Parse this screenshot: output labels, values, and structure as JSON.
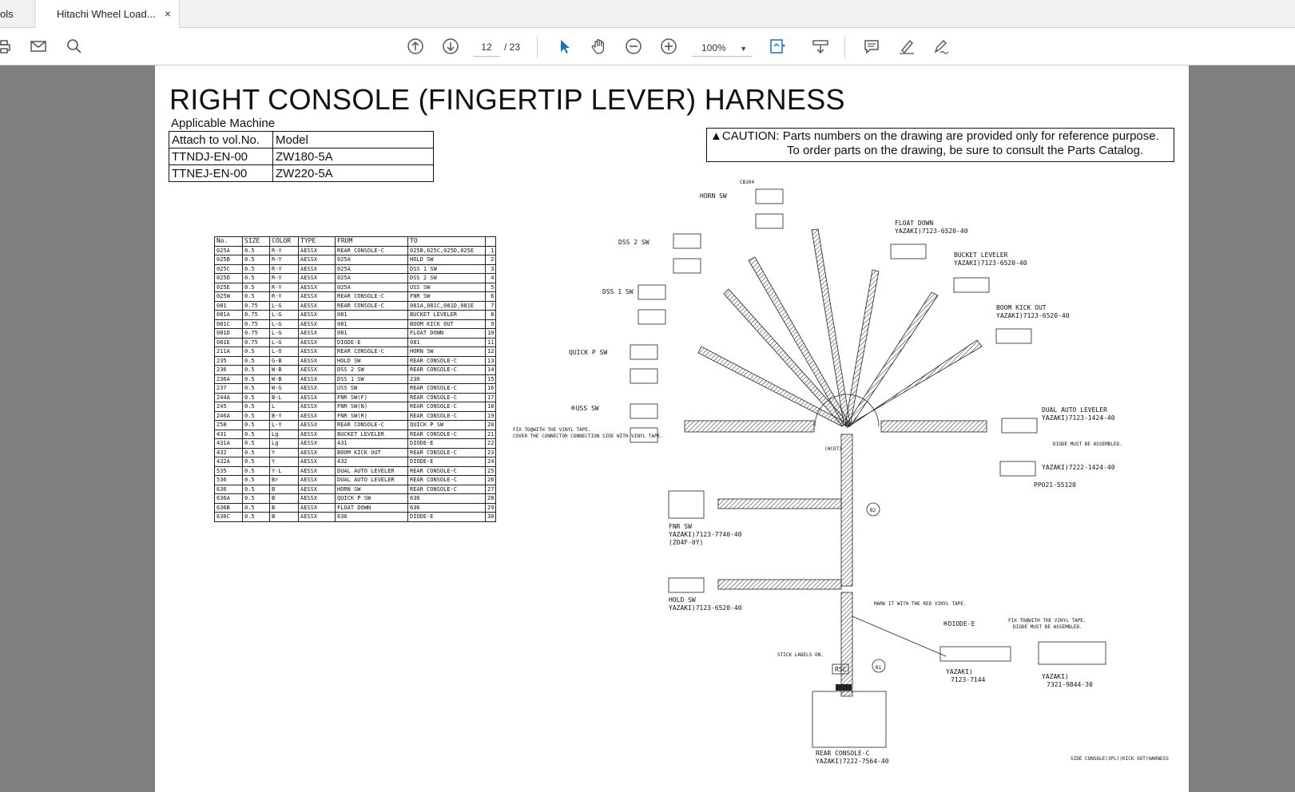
{
  "tabs": {
    "tools_label": "ols",
    "doc_label": "Hitachi Wheel Load...",
    "close_glyph": "×"
  },
  "toolbar": {
    "page_current": "12",
    "page_total": "/  23",
    "zoom": "100%",
    "icons": [
      "print-icon",
      "mail-icon",
      "search-icon",
      "prev-page-icon",
      "next-page-icon",
      "select-cursor-icon",
      "hand-icon",
      "zoom-out-icon",
      "zoom-in-icon",
      "fit-page-icon",
      "scroll-mode-icon",
      "comment-icon",
      "highlight-icon",
      "sign-icon"
    ]
  },
  "document": {
    "title": "RIGHT CONSOLE (FINGERTIP LEVER) HARNESS",
    "applicable_label": "Applicable Machine",
    "model_table": {
      "headers": [
        "Attach to vol.No.",
        "Model"
      ],
      "rows": [
        [
          "TTNDJ-EN-00",
          "ZW180-5A"
        ],
        [
          "TTNEJ-EN-00",
          "ZW220-5A"
        ]
      ]
    },
    "caution_line1": "CAUTION: Parts numbers on the drawing are provided only for reference purpose.",
    "caution_line2": "To order parts on the drawing, be sure to consult the Parts Catalog.",
    "wire_table": {
      "headers": [
        "No.",
        "SIZE",
        "COLOR",
        "TYPE",
        "FROM",
        "TO",
        ""
      ],
      "rows": [
        [
          "025A",
          "0.5",
          "R-Y",
          "AESSX",
          "REAR CONSOLE-C",
          "025B,025C,025D,025E",
          "1"
        ],
        [
          "025B",
          "0.5",
          "R-Y",
          "AESSX",
          "025A",
          "HOLD SW",
          "2"
        ],
        [
          "025C",
          "0.5",
          "R-Y",
          "AESSX",
          "025A",
          "DSS 1 SW",
          "3"
        ],
        [
          "025D",
          "0.5",
          "R-Y",
          "AESSX",
          "025A",
          "DSS 2 SW",
          "4"
        ],
        [
          "025E",
          "0.5",
          "R-Y",
          "AESSX",
          "025A",
          "USS SW",
          "5"
        ],
        [
          "025W",
          "0.5",
          "R-Y",
          "AESSX",
          "REAR CONSOLE-C",
          "FNR SW",
          "6"
        ],
        [
          "081",
          "0.75",
          "L-G",
          "AESSX",
          "REAR CONSOLE-C",
          "081A,081C,081D,081E",
          "7"
        ],
        [
          "081A",
          "0.75",
          "L-G",
          "AESSX",
          "081",
          "BUCKET LEVELER",
          "8"
        ],
        [
          "081C",
          "0.75",
          "L-G",
          "AESSX",
          "081",
          "BOOM KICK OUT",
          "9"
        ],
        [
          "081D",
          "0.75",
          "L-G",
          "AESSX",
          "081",
          "FLOAT DOWN",
          "10"
        ],
        [
          "081E",
          "0.75",
          "L-G",
          "AESSX",
          "DIODE-E",
          "081",
          "11"
        ],
        [
          "211A",
          "0.5",
          "L-O",
          "AESSX",
          "REAR CONSOLE-C",
          "HORN SW",
          "12"
        ],
        [
          "235",
          "0.5",
          "G-B",
          "AESSX",
          "HOLD SW",
          "REAR CONSOLE-C",
          "13"
        ],
        [
          "236",
          "0.5",
          "W-B",
          "AESSX",
          "DSS 2 SW",
          "REAR CONSOLE-C",
          "14"
        ],
        [
          "236A",
          "0.5",
          "W-B",
          "AESSX",
          "DSS 1 SW",
          "236",
          "15"
        ],
        [
          "237",
          "0.5",
          "W-G",
          "AESSX",
          "USS SW",
          "REAR CONSOLE-C",
          "16"
        ],
        [
          "244A",
          "0.5",
          "B-L",
          "AESSX",
          "FNR SW(F)",
          "REAR CONSOLE-C",
          "17"
        ],
        [
          "245",
          "0.5",
          "L",
          "AESSX",
          "FNR SW(N)",
          "REAR CONSOLE-C",
          "18"
        ],
        [
          "246A",
          "0.5",
          "B-Y",
          "AESSX",
          "FNR SW(R)",
          "REAR CONSOLE-C",
          "19"
        ],
        [
          "258",
          "0.5",
          "L-Y",
          "AESSX",
          "REAR CONSOLE-C",
          "QUICK P SW",
          "20"
        ],
        [
          "431",
          "0.5",
          "Lg",
          "AESSX",
          "BUCKET LEVELER",
          "REAR CONSOLE-C",
          "21"
        ],
        [
          "431A",
          "0.5",
          "Lg",
          "AESSX",
          "431",
          "DIODE-E",
          "22"
        ],
        [
          "432",
          "0.5",
          "Y",
          "AESSX",
          "BOOM KICK OUT",
          "REAR CONSOLE-C",
          "23"
        ],
        [
          "432A",
          "0.5",
          "Y",
          "AESSX",
          "432",
          "DIODE-E",
          "24"
        ],
        [
          "535",
          "0.5",
          "Y-L",
          "AESSX",
          "DUAL AUTO LEVELER",
          "REAR CONSOLE-C",
          "25"
        ],
        [
          "536",
          "0.5",
          "Br",
          "AESSX",
          "DUAL AUTO LEVELER",
          "REAR CONSOLE-C",
          "26"
        ],
        [
          "636",
          "0.5",
          "B",
          "AESSX",
          "HORN SW",
          "REAR CONSOLE-C",
          "27"
        ],
        [
          "636A",
          "0.5",
          "B",
          "AESSX",
          "QUICK P SW",
          "636",
          "28"
        ],
        [
          "636B",
          "0.5",
          "B",
          "AESSX",
          "FLOAT DOWN",
          "636",
          "29"
        ],
        [
          "636C",
          "0.5",
          "B",
          "AESSX",
          "636",
          "DIODE-E",
          "30"
        ]
      ]
    },
    "diagram_labels": {
      "horn_sw": "HORN SW",
      "dss2_sw": "DSS 2 SW",
      "dss1_sw": "DSS 1 SW",
      "quickp_sw": "QUICK P SW",
      "uss_sw": "※USS SW",
      "float_down": "FLOAT DOWN",
      "float_down_pn": "YAZAKI)7123-6520-40",
      "bucket_leveler": "BUCKET LEVELER",
      "bucket_leveler_pn": "YAZAKI)7123-6520-40",
      "boom_kick_out": "BOOM KICK OUT",
      "boom_kick_out_pn": "YAZAKI)7123-6520-40",
      "dual_auto_leveler": "DUAL AUTO LEVELER",
      "dual_auto_leveler_pn": "YAZAKI)7123-1424-40",
      "diode_note": "DIODE MUST BE ASSEMBLED.",
      "yazaki_7222": "YAZAKI)7222-1424-40",
      "ppo": "PPO21-55120",
      "fnr_sw": "FNR SW",
      "fnr_sw_pn": "YAZAKI)7123-7740-40",
      "fnr_sw_pn2": "(Z04F-0Y)",
      "hold_sw": "HOLD SW",
      "hold_sw_pn": "YAZAKI)7123-6520-40",
      "fix_note1": "FIX TO@WITH THE VINYL TAPE.",
      "fix_note2": "COVER THE CONNECTOR CONNECTION SIDE WITH VINYL TAPE.",
      "mark_note": "MARK IT WITH THE RED VINYL TAPE.",
      "diode_e": "※DIODE-E",
      "fix_note3": "FIX TO@WITH THE VINYL TAPE.",
      "fix_note4": "DIODE MUST BE ASSEMBLED.",
      "yazaki_7123_7144": "YAZAKI)",
      "yazaki_7123_7144b": "7123-7144",
      "yazaki_7321": "YAZAKI)",
      "yazaki_7321b": "7321-9844-30",
      "stick_labels": "STICK LABELS ON.",
      "rsc": "RSC",
      "rear_console": "REAR CONSOLE-C",
      "rear_console_pn": "YAZAKI)7222-7564-40",
      "footer": "SIDE CONSOLE(3PL)(KICK OUT)HARNESS",
      "cb104": "CB104",
      "hcot": "(HCOT)",
      "b1": "B1",
      "b2": "B2"
    }
  }
}
